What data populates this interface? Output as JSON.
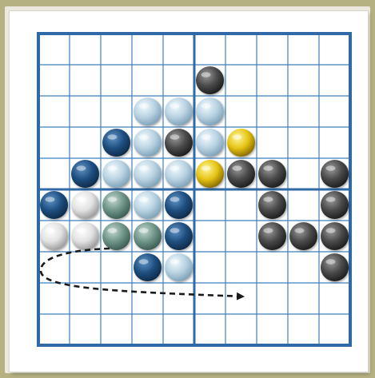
{
  "game": {
    "board": {
      "columns": 10,
      "rows": 10
    },
    "stones": [
      {
        "col": 5,
        "row": 1,
        "color": "dark-gray"
      },
      {
        "col": 3,
        "row": 2,
        "color": "ice-blue"
      },
      {
        "col": 4,
        "row": 2,
        "color": "ice-blue"
      },
      {
        "col": 5,
        "row": 2,
        "color": "ice-blue"
      },
      {
        "col": 2,
        "row": 3,
        "color": "navy"
      },
      {
        "col": 3,
        "row": 3,
        "color": "ice-blue"
      },
      {
        "col": 4,
        "row": 3,
        "color": "dark-gray"
      },
      {
        "col": 5,
        "row": 3,
        "color": "ice-blue"
      },
      {
        "col": 6,
        "row": 3,
        "color": "gold"
      },
      {
        "col": 1,
        "row": 4,
        "color": "navy"
      },
      {
        "col": 2,
        "row": 4,
        "color": "ice-blue"
      },
      {
        "col": 3,
        "row": 4,
        "color": "ice-blue"
      },
      {
        "col": 4,
        "row": 4,
        "color": "ice-blue"
      },
      {
        "col": 5,
        "row": 4,
        "color": "gold"
      },
      {
        "col": 6,
        "row": 4,
        "color": "dark-gray"
      },
      {
        "col": 7,
        "row": 4,
        "color": "dark-gray"
      },
      {
        "col": 9,
        "row": 4,
        "color": "dark-gray"
      },
      {
        "col": 0,
        "row": 5,
        "color": "navy"
      },
      {
        "col": 1,
        "row": 5,
        "color": "white"
      },
      {
        "col": 2,
        "row": 5,
        "color": "sage"
      },
      {
        "col": 3,
        "row": 5,
        "color": "ice-blue"
      },
      {
        "col": 4,
        "row": 5,
        "color": "navy"
      },
      {
        "col": 7,
        "row": 5,
        "color": "dark-gray"
      },
      {
        "col": 9,
        "row": 5,
        "color": "dark-gray"
      },
      {
        "col": 0,
        "row": 6,
        "color": "white"
      },
      {
        "col": 1,
        "row": 6,
        "color": "white"
      },
      {
        "col": 2,
        "row": 6,
        "color": "sage"
      },
      {
        "col": 3,
        "row": 6,
        "color": "sage"
      },
      {
        "col": 4,
        "row": 6,
        "color": "navy"
      },
      {
        "col": 7,
        "row": 6,
        "color": "dark-gray"
      },
      {
        "col": 8,
        "row": 6,
        "color": "dark-gray"
      },
      {
        "col": 9,
        "row": 6,
        "color": "dark-gray"
      },
      {
        "col": 3,
        "row": 7,
        "color": "navy"
      },
      {
        "col": 4,
        "row": 7,
        "color": "ice-blue"
      },
      {
        "col": 9,
        "row": 7,
        "color": "dark-gray"
      }
    ],
    "colors": {
      "grid_line": "#3f7fbe",
      "grid_border": "#2f6aa6",
      "arrow": "#1a1a1a",
      "stone_palette": {
        "navy": [
          "#5f93c4",
          "#1f4f80",
          "#0e2b4a"
        ],
        "ice-blue": [
          "#f2fafe",
          "#b9d3e2",
          "#7fa2b8"
        ],
        "white": [
          "#ffffff",
          "#e2e2e2",
          "#9c9c9c"
        ],
        "sage": [
          "#c2d8cf",
          "#6f9488",
          "#3d5e55"
        ],
        "dark-gray": [
          "#9a9a9a",
          "#4a4a4a",
          "#1e1e1e"
        ],
        "gold": [
          "#fff7a0",
          "#e6c414",
          "#8a6d00"
        ]
      }
    },
    "arrow": {
      "direction": "loop-back-right"
    }
  }
}
